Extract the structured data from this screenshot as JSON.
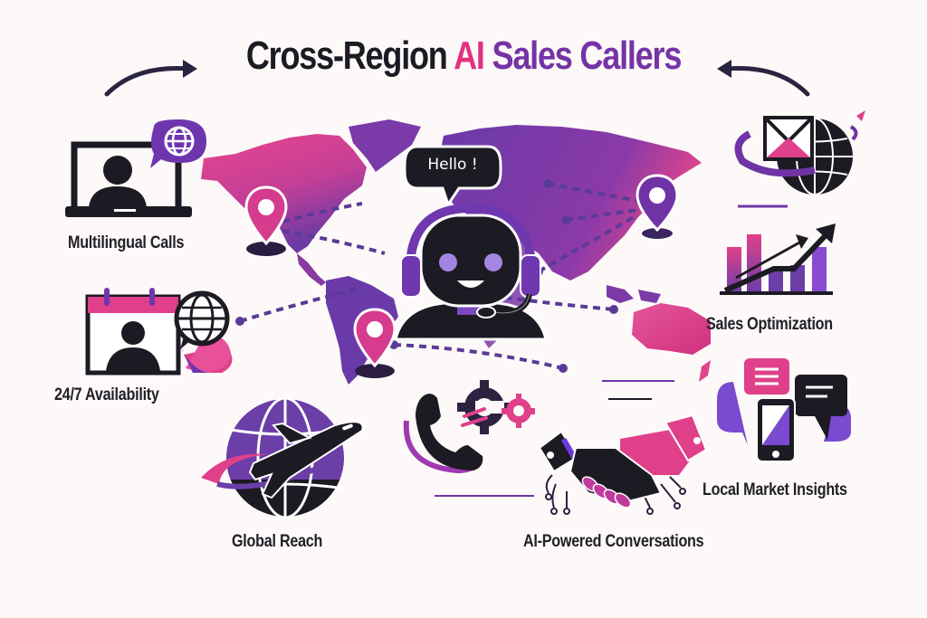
{
  "title": {
    "part1": "Cross-Region ",
    "part2": "AI",
    "part3": " Sales Callers"
  },
  "center": {
    "speech_bubble": "Hello !"
  },
  "features": [
    {
      "id": "multilingual",
      "label": "Multilingual Calls",
      "icon": "laptop-person-globe-icon"
    },
    {
      "id": "availability",
      "label": "24/7 Availability",
      "icon": "calendar-person-globe-icon"
    },
    {
      "id": "global_reach",
      "label": "Global Reach",
      "icon": "globe-airplane-icon"
    },
    {
      "id": "ai_conversations",
      "label": "AI-Powered Conversations",
      "icon": "handshake-circuit-icon"
    },
    {
      "id": "local_insights",
      "label": "Local Market Insights",
      "icon": "phone-chat-bubbles-icon"
    },
    {
      "id": "sales_optimization",
      "label": "Sales Optimization",
      "icon": "bar-chart-arrow-icon"
    }
  ],
  "colors": {
    "background": "#fdf9f8",
    "dark": "#1c1a22",
    "pink": "#e0327f",
    "purple": "#7533a6",
    "violet": "#6b3fa8"
  }
}
